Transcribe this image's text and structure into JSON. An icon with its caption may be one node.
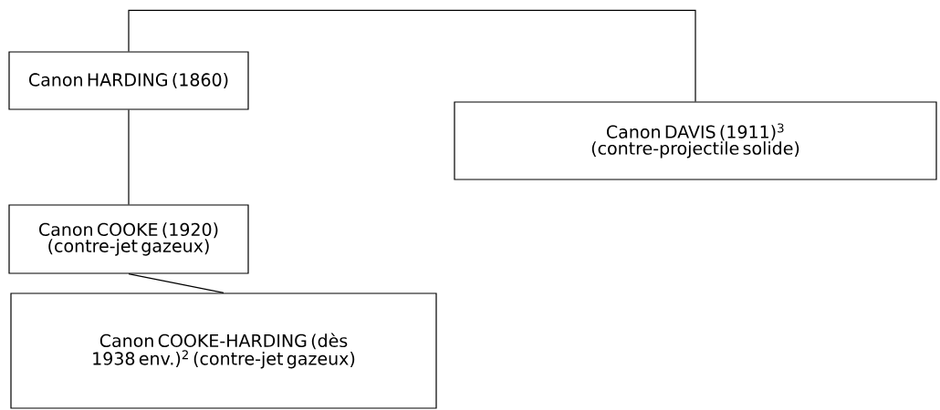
{
  "diagram": {
    "nodes": [
      {
        "text": [
          "Canon HARDING (1860)"
        ]
      },
      {
        "text": [
          "Canon DAVIS (1911)$^{3}$ (contre-projectile solide)"
        ]
      },
      {
        "text": [
          "Canon COOKE (1920) (contre-jet gazeux)"
        ]
      },
      {
        "text": [
          "Canon COOKE-HARDING (dès 1938 env.)$^{2}$ (contre-jet gazeux)"
        ]
      }
    ],
    "edges": [
      {
        "from": 0,
        "to": 1,
        "arrow": "none"
      },
      {
        "from": 0,
        "to": 2,
        "arrow": "none"
      },
      {
        "from": 2,
        "to": 3,
        "arrow": "none"
      }
    ]
  }
}
